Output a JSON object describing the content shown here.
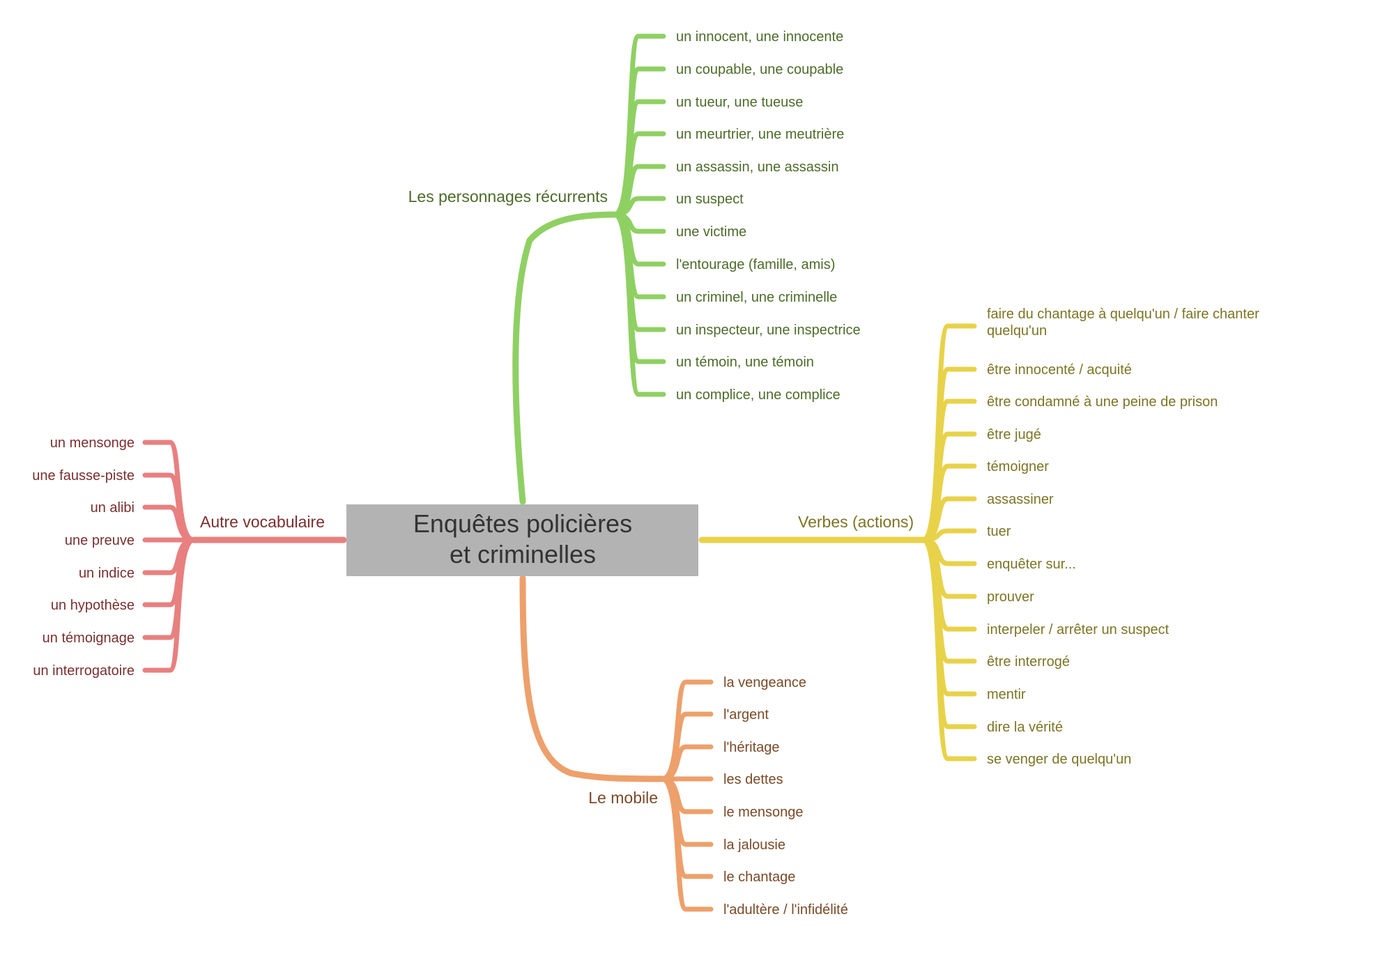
{
  "center": {
    "title_line1": "Enquêtes policières",
    "title_line2": "et criminelles",
    "fill": "#b3b3b3"
  },
  "branches": {
    "personnages": {
      "label": "Les personnages récurrents",
      "color": "#8fd063",
      "text_color": "#4d6b2a",
      "items": [
        "un innocent, une innocente",
        "un coupable, une coupable",
        "un tueur, une tueuse",
        "un meurtrier, une meutrière",
        "un assassin, une assassin",
        "un suspect",
        "une victime",
        "l'entourage (famille, amis)",
        "un criminel, une criminelle",
        "un inspecteur, une inspectrice",
        "un témoin, une témoin",
        "un complice, une complice"
      ]
    },
    "verbes": {
      "label": "Verbes (actions)",
      "color": "#e8d24a",
      "text_color": "#7d7425",
      "items": [
        [
          "faire du chantage à quelqu'un / faire chanter",
          "quelqu'un"
        ],
        "être innocenté / acquité",
        "être condamné à une peine de prison",
        "être jugé",
        "témoigner",
        "assassiner",
        "tuer",
        "enquêter sur...",
        "prouver",
        "interpeler / arrêter un suspect",
        "être interrogé",
        "mentir",
        "dire la vérité",
        "se venger de quelqu'un"
      ]
    },
    "mobile": {
      "label": "Le mobile",
      "color": "#eda06b",
      "text_color": "#7a4a28",
      "items": [
        "la vengeance",
        "l'argent",
        "l'héritage",
        "les dettes",
        "le mensonge",
        "la jalousie",
        "le chantage",
        "l'adultère / l'infidélité"
      ]
    },
    "autre": {
      "label": "Autre vocabulaire",
      "color": "#e88080",
      "text_color": "#7a2f2f",
      "items": [
        "un mensonge",
        "une fausse-piste",
        "un alibi",
        "une preuve",
        "un indice",
        "un hypothèse",
        "un témoignage",
        "un interrogatoire"
      ]
    }
  }
}
